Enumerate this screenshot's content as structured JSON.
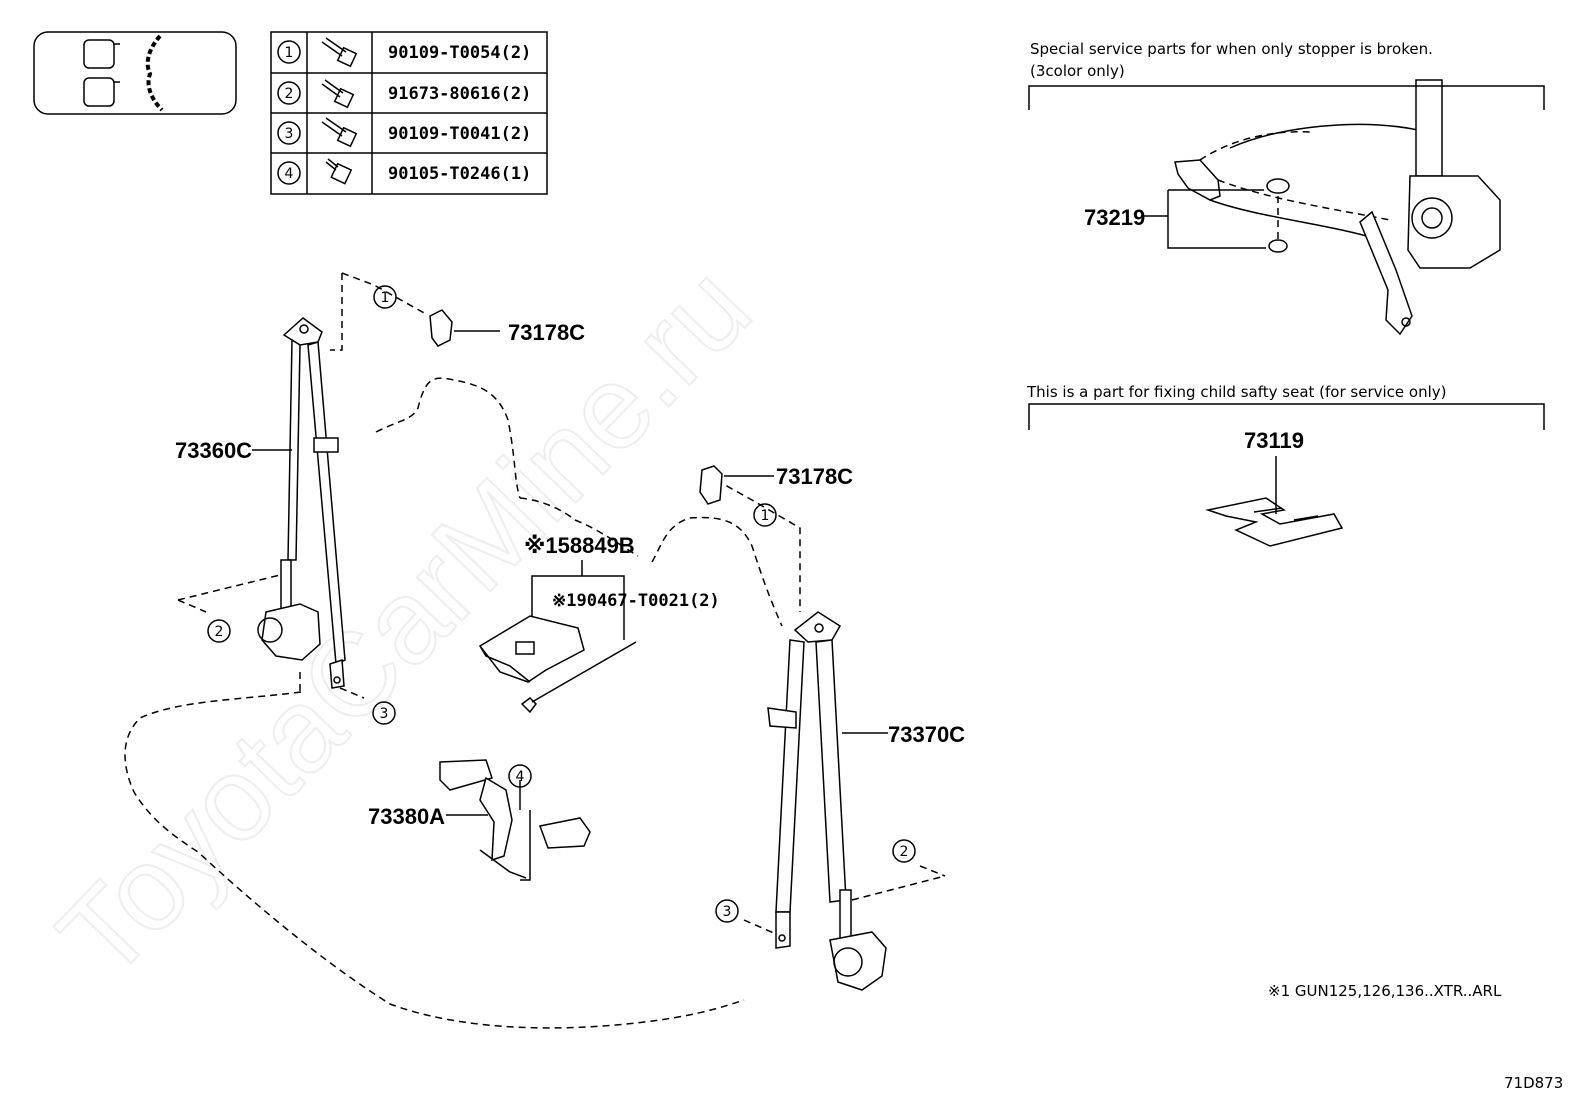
{
  "watermark": "ToyotaCarMine.ru",
  "fastener_table": [
    {
      "num": "1",
      "part": "90109-T0054(2)"
    },
    {
      "num": "2",
      "part": "91673-80616(2)"
    },
    {
      "num": "3",
      "part": "90109-T0041(2)"
    },
    {
      "num": "4",
      "part": "90105-T0246(1)"
    }
  ],
  "callouts": {
    "anchor_cover_left": "73178C",
    "anchor_cover_right": "73178C",
    "belt_left": "73360C",
    "belt_right": "73370C",
    "center_buckle": "73380A",
    "child_seat_anchor": "※158849B",
    "child_seat_bolt": "※190467-T0021(2)",
    "stopper_part": "73219",
    "child_fix_part": "73119"
  },
  "screw_markers": {
    "top_left": "1",
    "top_right": "1",
    "left_lower": "2",
    "right_lower": "2",
    "left_bottom": "3",
    "right_bottom": "3",
    "buckle": "4"
  },
  "notes": {
    "stopper_line1": "Special service parts for when only stopper is broken.",
    "stopper_line2": "(3color only)",
    "child_seat": "This is a part for fixing child safty seat (for service only)",
    "footnote": "※1 GUN125,126,136..XTR..ARL",
    "diagram_id": "71D873"
  }
}
